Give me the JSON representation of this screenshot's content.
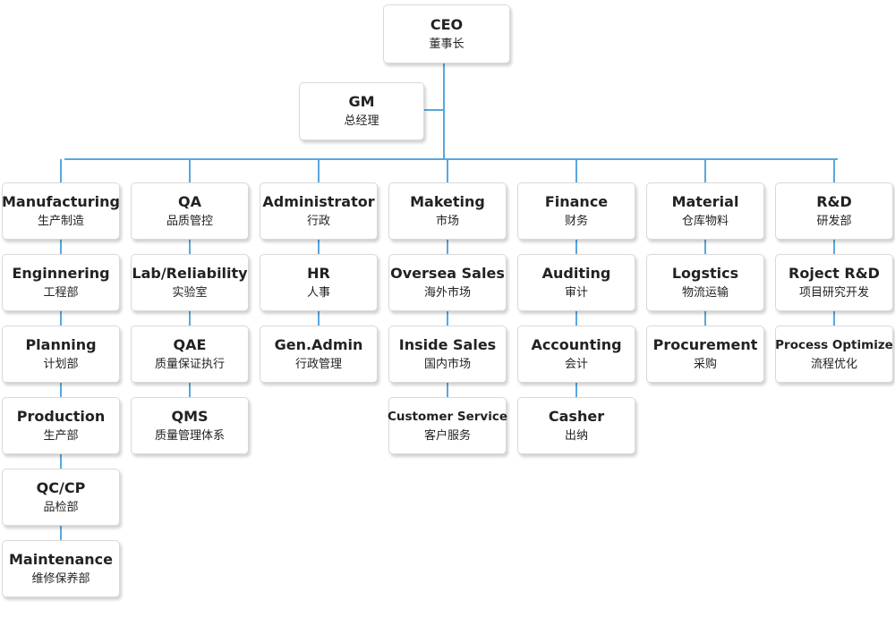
{
  "ceo": {
    "en": "CEO",
    "zh": "董事长"
  },
  "gm": {
    "en": "GM",
    "zh": "总经理"
  },
  "departments": [
    {
      "key": "manufacturing",
      "items": [
        {
          "en": "Manufacturing",
          "zh": "生产制造"
        },
        {
          "en": "Enginnering",
          "zh": "工程部"
        },
        {
          "en": "Planning",
          "zh": "计划部"
        },
        {
          "en": "Production",
          "zh": "生产部"
        },
        {
          "en": "QC/CP",
          "zh": "品检部"
        },
        {
          "en": "Maintenance",
          "zh": "维修保养部"
        }
      ]
    },
    {
      "key": "qa",
      "items": [
        {
          "en": "QA",
          "zh": "品质管控"
        },
        {
          "en": "Lab/Reliability",
          "zh": "实验室"
        },
        {
          "en": "QAE",
          "zh": "质量保证执行"
        },
        {
          "en": "QMS",
          "zh": "质量管理体系"
        }
      ]
    },
    {
      "key": "administrator",
      "items": [
        {
          "en": "Administrator",
          "zh": "行政"
        },
        {
          "en": "HR",
          "zh": "人事"
        },
        {
          "en": "Gen.Admin",
          "zh": "行政管理"
        }
      ]
    },
    {
      "key": "maketing",
      "items": [
        {
          "en": "Maketing",
          "zh": "市场"
        },
        {
          "en": "Oversea Sales",
          "zh": "海外市场"
        },
        {
          "en": "Inside Sales",
          "zh": "国内市场"
        },
        {
          "en": "Customer Service",
          "zh": "客户服务"
        }
      ]
    },
    {
      "key": "finance",
      "items": [
        {
          "en": "Finance",
          "zh": "财务"
        },
        {
          "en": "Auditing",
          "zh": "审计"
        },
        {
          "en": "Accounting",
          "zh": "会计"
        },
        {
          "en": "Casher",
          "zh": "出纳"
        }
      ]
    },
    {
      "key": "material",
      "items": [
        {
          "en": "Material",
          "zh": "仓库物料"
        },
        {
          "en": "Logstics",
          "zh": "物流运输"
        },
        {
          "en": "Procurement",
          "zh": "采购"
        }
      ]
    },
    {
      "key": "rnd",
      "items": [
        {
          "en": "R&D",
          "zh": "研发部"
        },
        {
          "en": "Roject R&D",
          "zh": "项目研究开发"
        },
        {
          "en": "Process Optimize",
          "zh": "流程优化"
        }
      ]
    }
  ],
  "colors": {
    "connector": "#5aa7dd",
    "border": "#d9d9d9",
    "text": "#222222"
  }
}
